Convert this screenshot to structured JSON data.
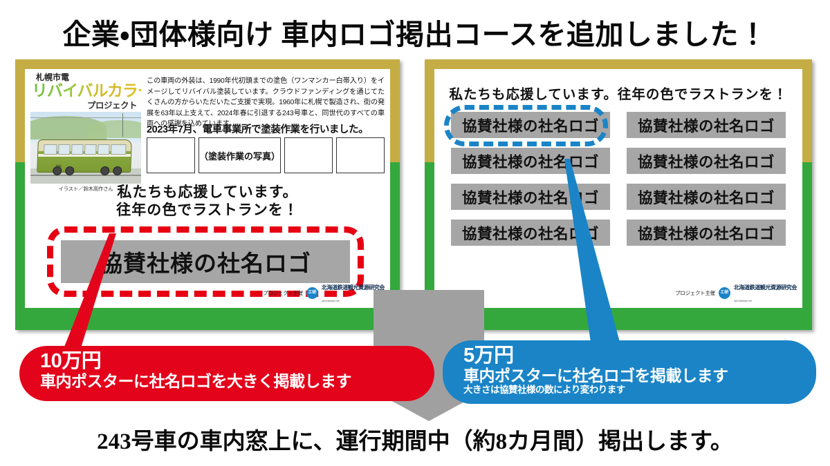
{
  "slide": {
    "title": "企業・団体様向け 車内ロゴ掲出コースを追加しました！",
    "bottom_caption": "243号車の車内窓上に、運行期間中（約8カ月間）掲出します。",
    "colors": {
      "frame_gold": "#c5ad45",
      "frame_green": "#34a83c",
      "logo_grey": "#a6a6a6",
      "accent_red": "#e3041b",
      "accent_blue": "#1a84c7",
      "arrow_grey": "#a0a0a0"
    }
  },
  "poster_left": {
    "brand": {
      "line1": "札幌市電",
      "line2": "リバイバルカラー",
      "line3": "プロジェクト",
      "illustration_credit": "イラスト／鈴木高作さん"
    },
    "body_text": "この車両の外装は、1990年代初頭までの塗色（ワンマンカー白帯入り）をイメージしてリバイバル塗装しています。クラウドファンディングを通じてたくさんの方からいただいたご支援で実現。1960年に札幌で製造され、街の発展を63年以上支えて、2024年春に引退する243号車と、同世代のすべての車両への感謝を込めています。",
    "subheading": "2023年7月、電車事業所で塗装作業を行いました。",
    "photo_placeholder": "（塗装作業の写真）",
    "slogan_line1": "私たちも応援しています。",
    "slogan_line2": "往年の色でラストランを！",
    "logo_box": "協賛社様の社名ロゴ",
    "footer": {
      "host_label": "プロジェクト主催",
      "badge_text": "エ研",
      "org": "北海道鉄道観光資源研究会",
      "url": "rail-hokkaido.net"
    }
  },
  "poster_right": {
    "slogan": "私たちも応援しています。往年の色でラストランを！",
    "logo_boxes": [
      "協賛社様の社名ロゴ",
      "協賛社様の社名ロゴ",
      "協賛社様の社名ロゴ",
      "協賛社様の社名ロゴ",
      "協賛社様の社名ロゴ",
      "協賛社様の社名ロゴ",
      "協賛社様の社名ロゴ",
      "協賛社様の社名ロゴ"
    ],
    "footer": {
      "host_label": "プロジェクト主催",
      "badge_text": "エ研",
      "org": "北海道鉄道観光資源研究会",
      "url": "rail-hokkaido.net"
    }
  },
  "banner_red": {
    "price": "10万円",
    "description": "車内ポスターに社名ロゴを大きく掲載します"
  },
  "banner_blue": {
    "price": "5万円",
    "description": "車内ポスターに社名ロゴを掲載します",
    "note": "大きさは協賛社様の数により変わります"
  }
}
